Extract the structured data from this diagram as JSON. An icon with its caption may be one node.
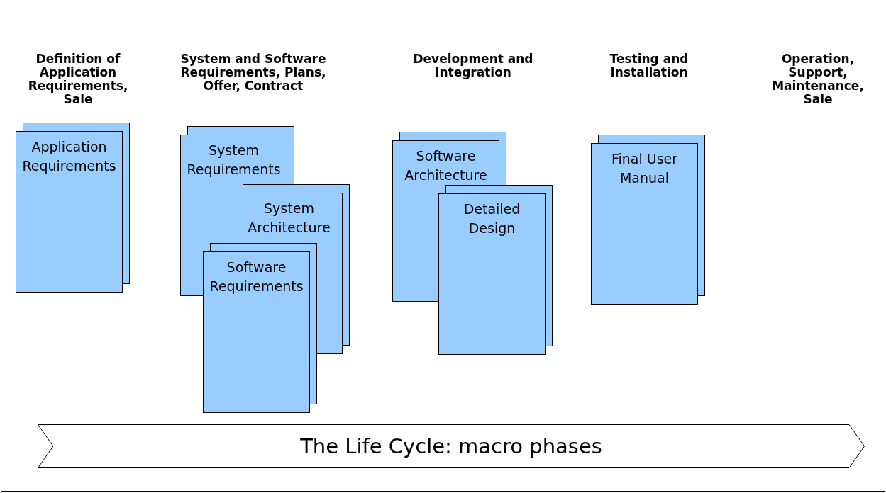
{
  "diagram": {
    "nodes": [
      {
        "text": [
          "Application Requirements"
        ]
      },
      {
        "text": [
          "System Requirements"
        ]
      },
      {
        "text": [
          "System Architecture"
        ]
      },
      {
        "text": [
          "Software Requirements"
        ]
      },
      {
        "text": [
          "Software Architecture"
        ]
      },
      {
        "text": [
          "Detailed Design"
        ]
      },
      {
        "text": [
          "Final User Manual"
        ]
      },
      {
        "text": [
          "The Life Cycle: macro phases"
        ]
      }
    ],
    "labels": [
      "Definition of Application Requirements, Sale",
      "System and Software Requirements, Plans, Offer, Contract",
      "Development and Integration",
      "Testing and Installation",
      "Operation, Support, Maintenance, Sale"
    ]
  }
}
